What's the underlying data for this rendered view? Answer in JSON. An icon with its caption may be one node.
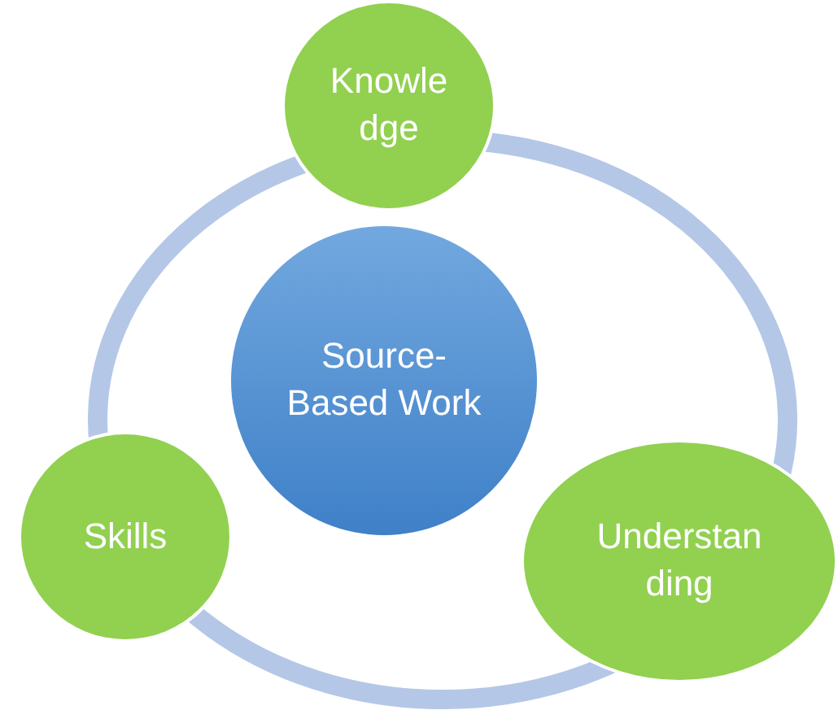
{
  "diagram": {
    "nodes": [
      {
        "text": [
          "Source- Based Work"
        ]
      },
      {
        "text": [
          "Knowle dge"
        ]
      },
      {
        "text": [
          "Skills"
        ]
      },
      {
        "text": [
          "Understan ding"
        ]
      }
    ]
  }
}
